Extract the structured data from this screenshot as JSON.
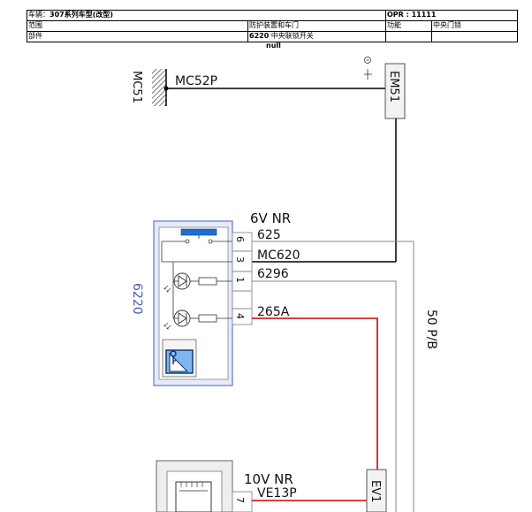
{
  "header": {
    "row1": {
      "vehicle_label": "车辆：",
      "vehicle_value": "307系列车型(改型)",
      "opr_label": "OPR : ",
      "opr_value": "11111"
    },
    "row2": {
      "scope_label": "范围",
      "scope_value": "防护装置和车门",
      "function_label": "功能",
      "function_value": "中央门锁"
    },
    "row3": {
      "part_label": "部件",
      "part_code": "6220",
      "part_name": " 中央联锁开关"
    },
    "null_value": "null"
  },
  "diagram": {
    "ground_label": "MC51",
    "ground_wire": "MC52P",
    "connector_em": "EM51",
    "switch_id": "6220",
    "switch_voltage": "6V  NR",
    "pins": [
      {
        "pin": "6",
        "wire": "625"
      },
      {
        "pin": "3",
        "wire": "MC620"
      },
      {
        "pin": "1",
        "wire": "6296"
      },
      {
        "pin": "4",
        "wire": "265A"
      }
    ],
    "harness_label": "50 P/B",
    "lower_voltage": "10V  NR",
    "lower_pin": "7",
    "lower_wire": "VE13P",
    "connector_ev": "EV1"
  },
  "colors": {
    "wire_black": "#000000",
    "wire_red": "#d40000",
    "component_blue": "#4a5ec4",
    "switch_fill": "#e6ebfa",
    "grid": "#8a8a8a"
  }
}
